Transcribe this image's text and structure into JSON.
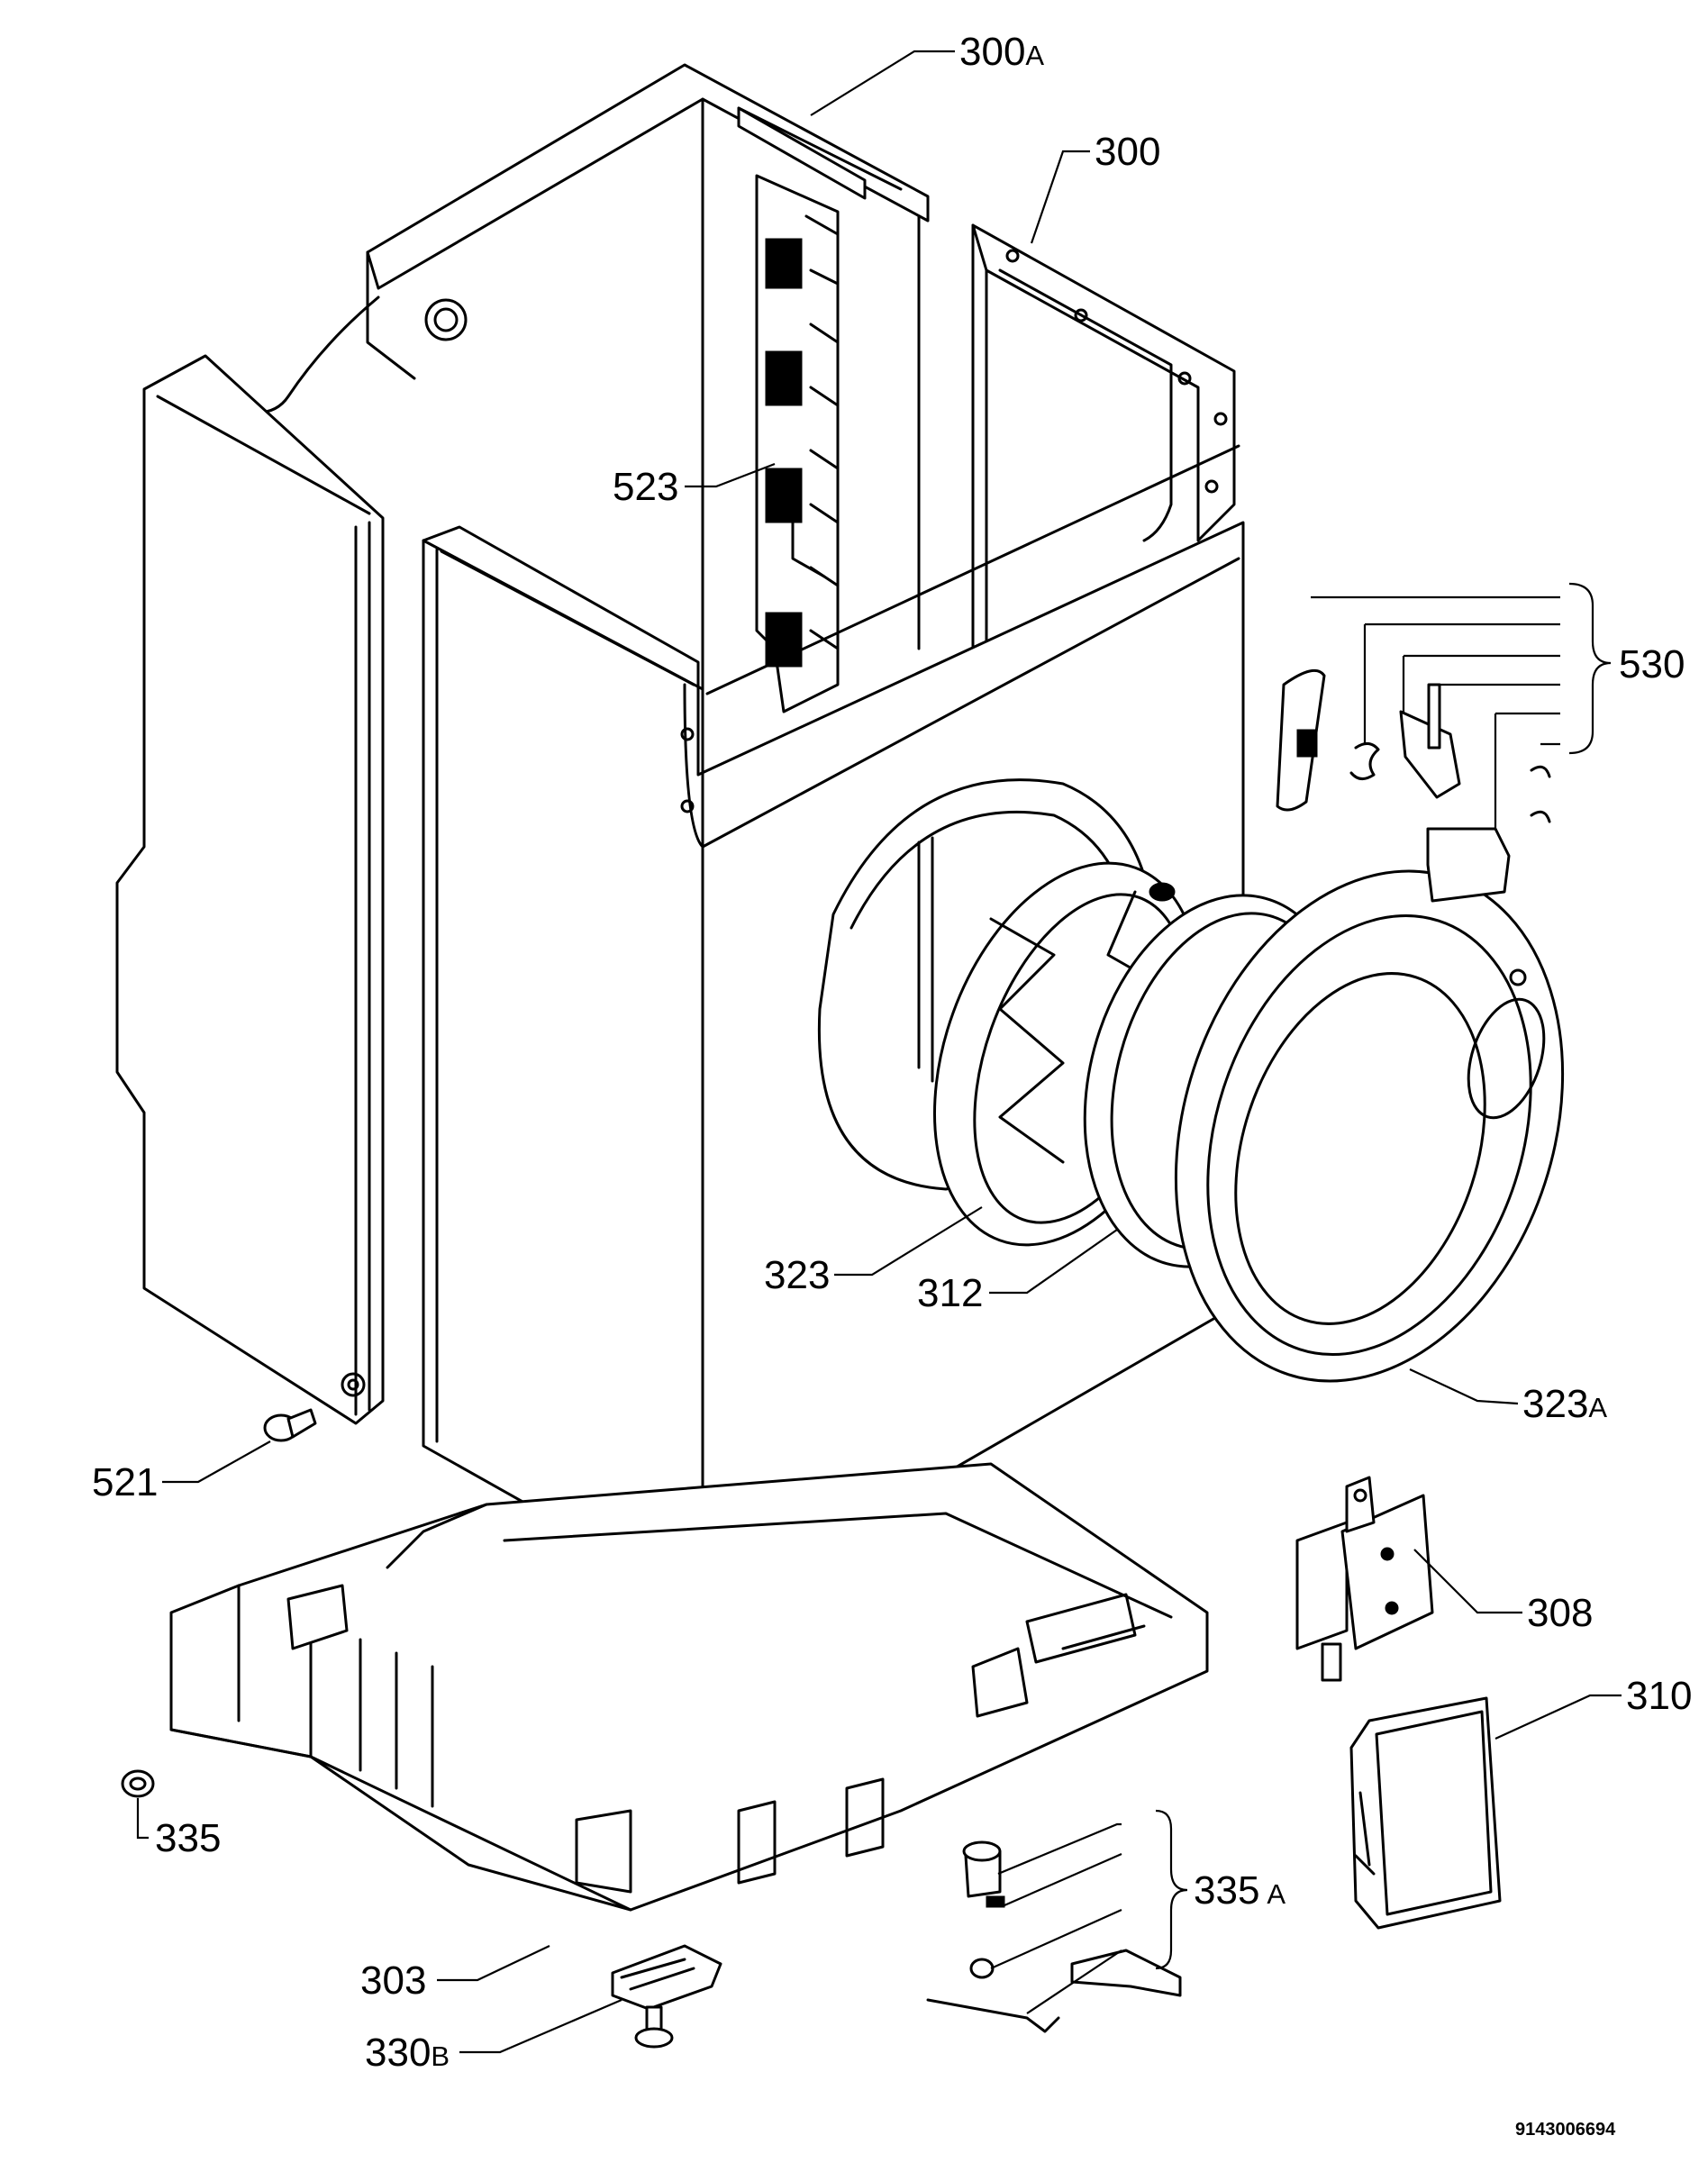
{
  "labels": {
    "p300a_num": "300",
    "p300a_suffix": "A",
    "p300": "300",
    "p523": "523",
    "p530": "530",
    "p323": "323",
    "p312": "312",
    "p323a_num": "323",
    "p323a_suffix": "A",
    "p521": "521",
    "p308": "308",
    "p310": "310",
    "p335": "335",
    "p335a_num": "335",
    "p335a_suffix": "A",
    "p303": "303",
    "p330b_num": "330",
    "p330b_suffix": "B"
  },
  "drawing_code": "9143006694"
}
